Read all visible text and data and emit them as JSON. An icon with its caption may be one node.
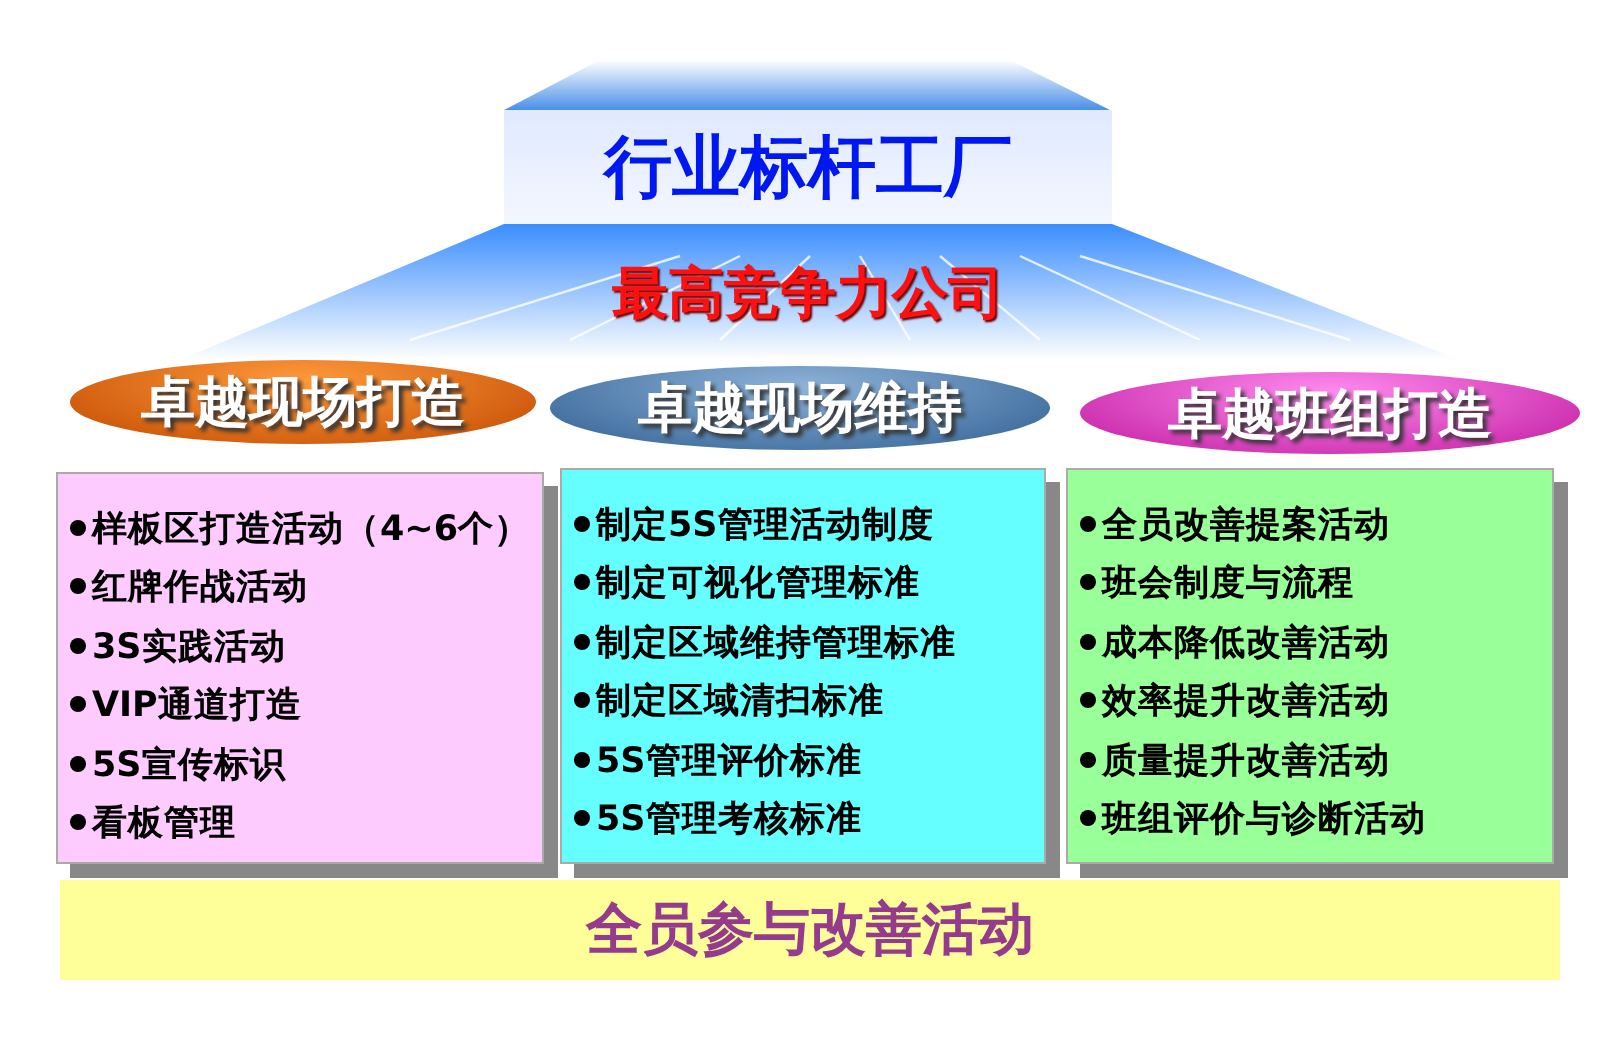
{
  "diagram": {
    "nodes": [
      {
        "text": [
          "行业标杆工厂"
        ]
      },
      {
        "text": [
          "卓越现场打造"
        ]
      },
      {
        "text": [
          "卓越现场维持"
        ]
      },
      {
        "text": [
          "卓越班组打造"
        ]
      },
      {
        "text": [
          "样板区打造活动（4~6个）",
          "红牌作战活动",
          "3S实践活动",
          "VIP通道打造",
          "5S宣传标识",
          "看板管理"
        ]
      },
      {
        "text": [
          "制定5S管理活动制度",
          "制定可视化管理标准",
          "制定区域维持管理标准",
          "制定区域清扫标准",
          "5S管理评价标准",
          "5S管理考核标准"
        ]
      },
      {
        "text": [
          "全员改善提案活动",
          "班会制度与流程",
          "成本降低改善活动",
          "效率提升改善活动",
          "质量提升改善活动",
          "班组评价与诊断活动"
        ]
      },
      {
        "text": [
          "全员参与改善活动"
        ]
      }
    ],
    "labels": [
      "最高竞争力公司"
    ]
  }
}
